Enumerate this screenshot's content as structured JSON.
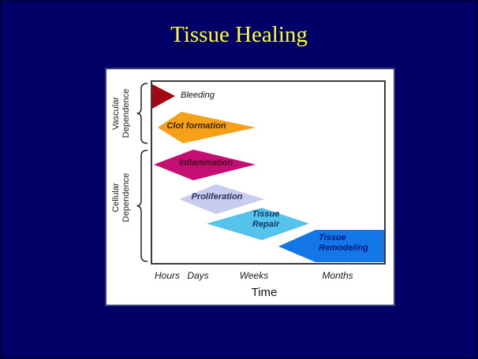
{
  "slide": {
    "title": "Tissue Healing",
    "colors": {
      "background": "#000066",
      "slide_border": "#000041",
      "title_text": "#ffff33",
      "panel_background": "#ffffff",
      "panel_border": "#363a77",
      "plot_border": "#3b3b3b",
      "axis_text": "#1a1a1a",
      "brace_stroke": "#222222"
    }
  },
  "chart_data": {
    "type": "bar",
    "variant": "gantt-style healing timeline; each phase drawn as an elongated diamond spanning its time range",
    "title": "Tissue Healing",
    "xlabel": "Time",
    "x_ticks": [
      "Hours",
      "Days",
      "Weeks",
      "Months"
    ],
    "x_scale": "qualitative time scale from hours to months",
    "y_groups": [
      {
        "label": "Vascular Dependence",
        "phases": [
          "Bleeding",
          "Clot formation"
        ]
      },
      {
        "label": "Cellular Dependence",
        "phases": [
          "Inflammation",
          "Proliferation",
          "Tissue Repair",
          "Tissue Remodeling"
        ]
      }
    ],
    "phases": [
      {
        "label": "Bleeding",
        "row": 1,
        "color": "#a30711",
        "text_color": "#111111",
        "x_span_fraction": [
          0.0,
          0.1
        ]
      },
      {
        "label": "Clot formation",
        "row": 2,
        "color": "#f5a018",
        "text_color": "#3d2400",
        "x_span_fraction": [
          0.03,
          0.45
        ]
      },
      {
        "label": "Inflammation",
        "row": 3,
        "color": "#c40e74",
        "text_color": "#45081c",
        "x_span_fraction": [
          0.01,
          0.45
        ]
      },
      {
        "label": "Proliferation",
        "row": 4,
        "color": "#c8ccef",
        "text_color": "#2e2e5c",
        "x_span_fraction": [
          0.12,
          0.49
        ]
      },
      {
        "label": "Tissue Repair",
        "row": 5,
        "color": "#55c3eb",
        "text_color": "#0d3a66",
        "x_span_fraction": [
          0.24,
          0.68
        ]
      },
      {
        "label": "Tissue Remodeling",
        "row": 6,
        "color": "#1377e8",
        "text_color": "#00187a",
        "x_span_fraction": [
          0.55,
          1.0
        ]
      }
    ]
  }
}
